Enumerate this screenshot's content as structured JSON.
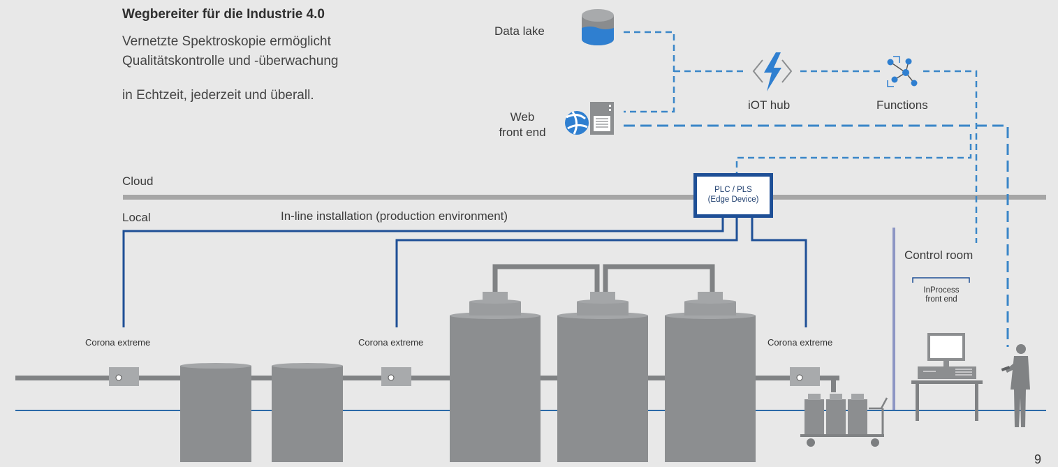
{
  "intro": {
    "title": "Wegbereiter für die Industrie 4.0",
    "lines": [
      "Vernetzte Spektroskopie ermöglicht",
      "Qualitätskontrolle und -überwachung",
      "in Echtzeit, jederzeit und überall."
    ]
  },
  "cloud_services": {
    "data_lake": "Data lake",
    "web_front_end": [
      "Web",
      "front end"
    ],
    "iot_hub": "iOT hub",
    "functions": "Functions"
  },
  "layers": {
    "cloud": "Cloud",
    "local": "Local",
    "inline": "In-line installation (production environment)"
  },
  "edge_device": {
    "line1": "PLC / PLS",
    "line2": "(Edge Device)"
  },
  "sensors": {
    "left": "Corona extreme",
    "middle": "Corona extreme",
    "right": "Corona extreme"
  },
  "control_room": {
    "title": "Control room",
    "front_end": [
      "InProcess",
      "front end"
    ]
  },
  "page_number": "9",
  "colors": {
    "background": "#e8e8e8",
    "blue_dark": "#1e4f96",
    "blue_dashed": "#3a86c8",
    "azure": "#2f7fd0",
    "equipment_gray": "#8c8e90",
    "equipment_top": "#a4a6a8",
    "pipe_gray": "#808284",
    "floor_line": "#2b6aa8",
    "divider": "#8d96c4"
  },
  "icons": {
    "data_lake": "cylinder-database-icon",
    "web_front_end": "globe-server-icon",
    "iot_hub": "lightning-brackets-icon",
    "functions": "network-nodes-icon",
    "person": "person-tablet-icon",
    "computer": "desktop-computer-icon"
  }
}
